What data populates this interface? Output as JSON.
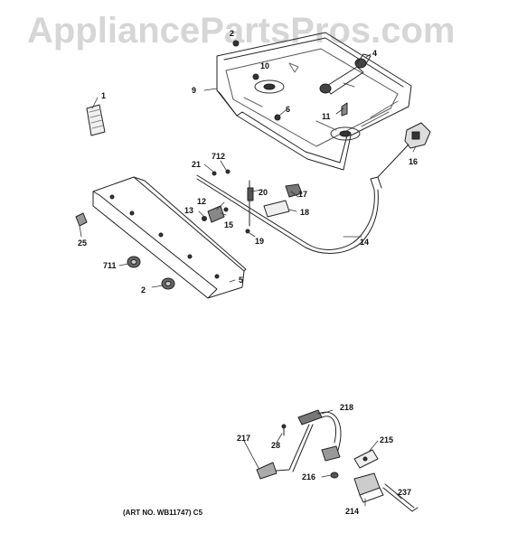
{
  "watermark": "AppliancePartsPros.com",
  "art_number": "(ART NO. WB11747) C5",
  "callouts": {
    "c1": "1",
    "c2a": "2",
    "c2b": "2",
    "c4": "4",
    "c5": "5",
    "c6": "6",
    "c9": "9",
    "c10": "10",
    "c11": "11",
    "c12": "12",
    "c13": "13",
    "c14": "14",
    "c15": "15",
    "c16": "16",
    "c17": "17",
    "c18": "18",
    "c19": "19",
    "c20": "20",
    "c21": "21",
    "c25": "25",
    "c28": "28",
    "c214": "214",
    "c215": "215",
    "c216": "216",
    "c217": "217",
    "c218": "218",
    "c237": "237",
    "c711": "711",
    "c712": "712"
  }
}
